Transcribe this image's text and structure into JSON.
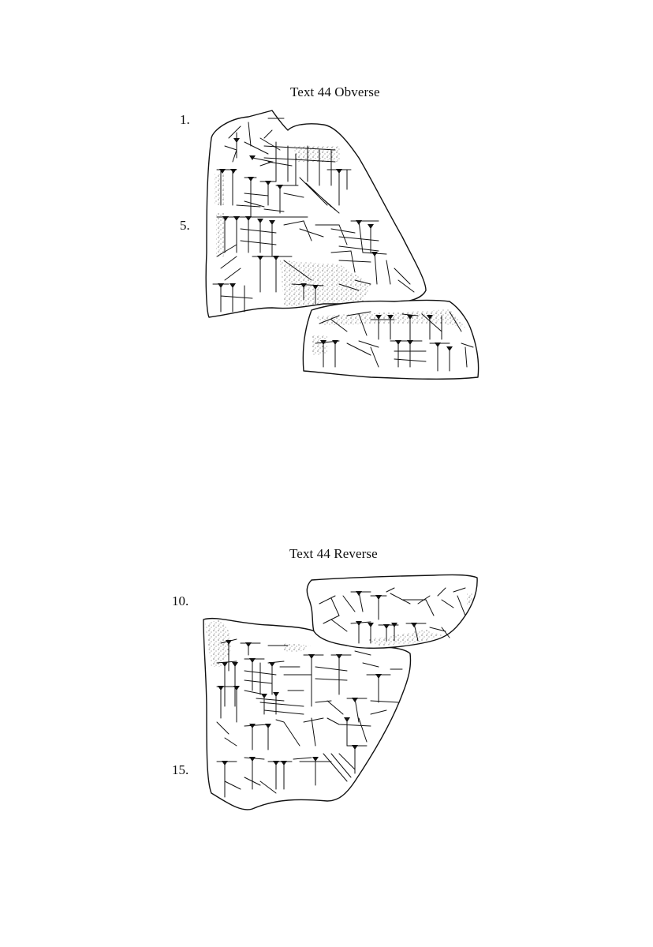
{
  "page": {
    "background": "#ffffff",
    "ink": "#111111"
  },
  "obverse": {
    "title": "Text 44 Obverse",
    "line_numbers": [
      "1.",
      "5."
    ]
  },
  "reverse": {
    "title": "Text 44 Reverse",
    "line_numbers": [
      "10.",
      "15."
    ]
  }
}
